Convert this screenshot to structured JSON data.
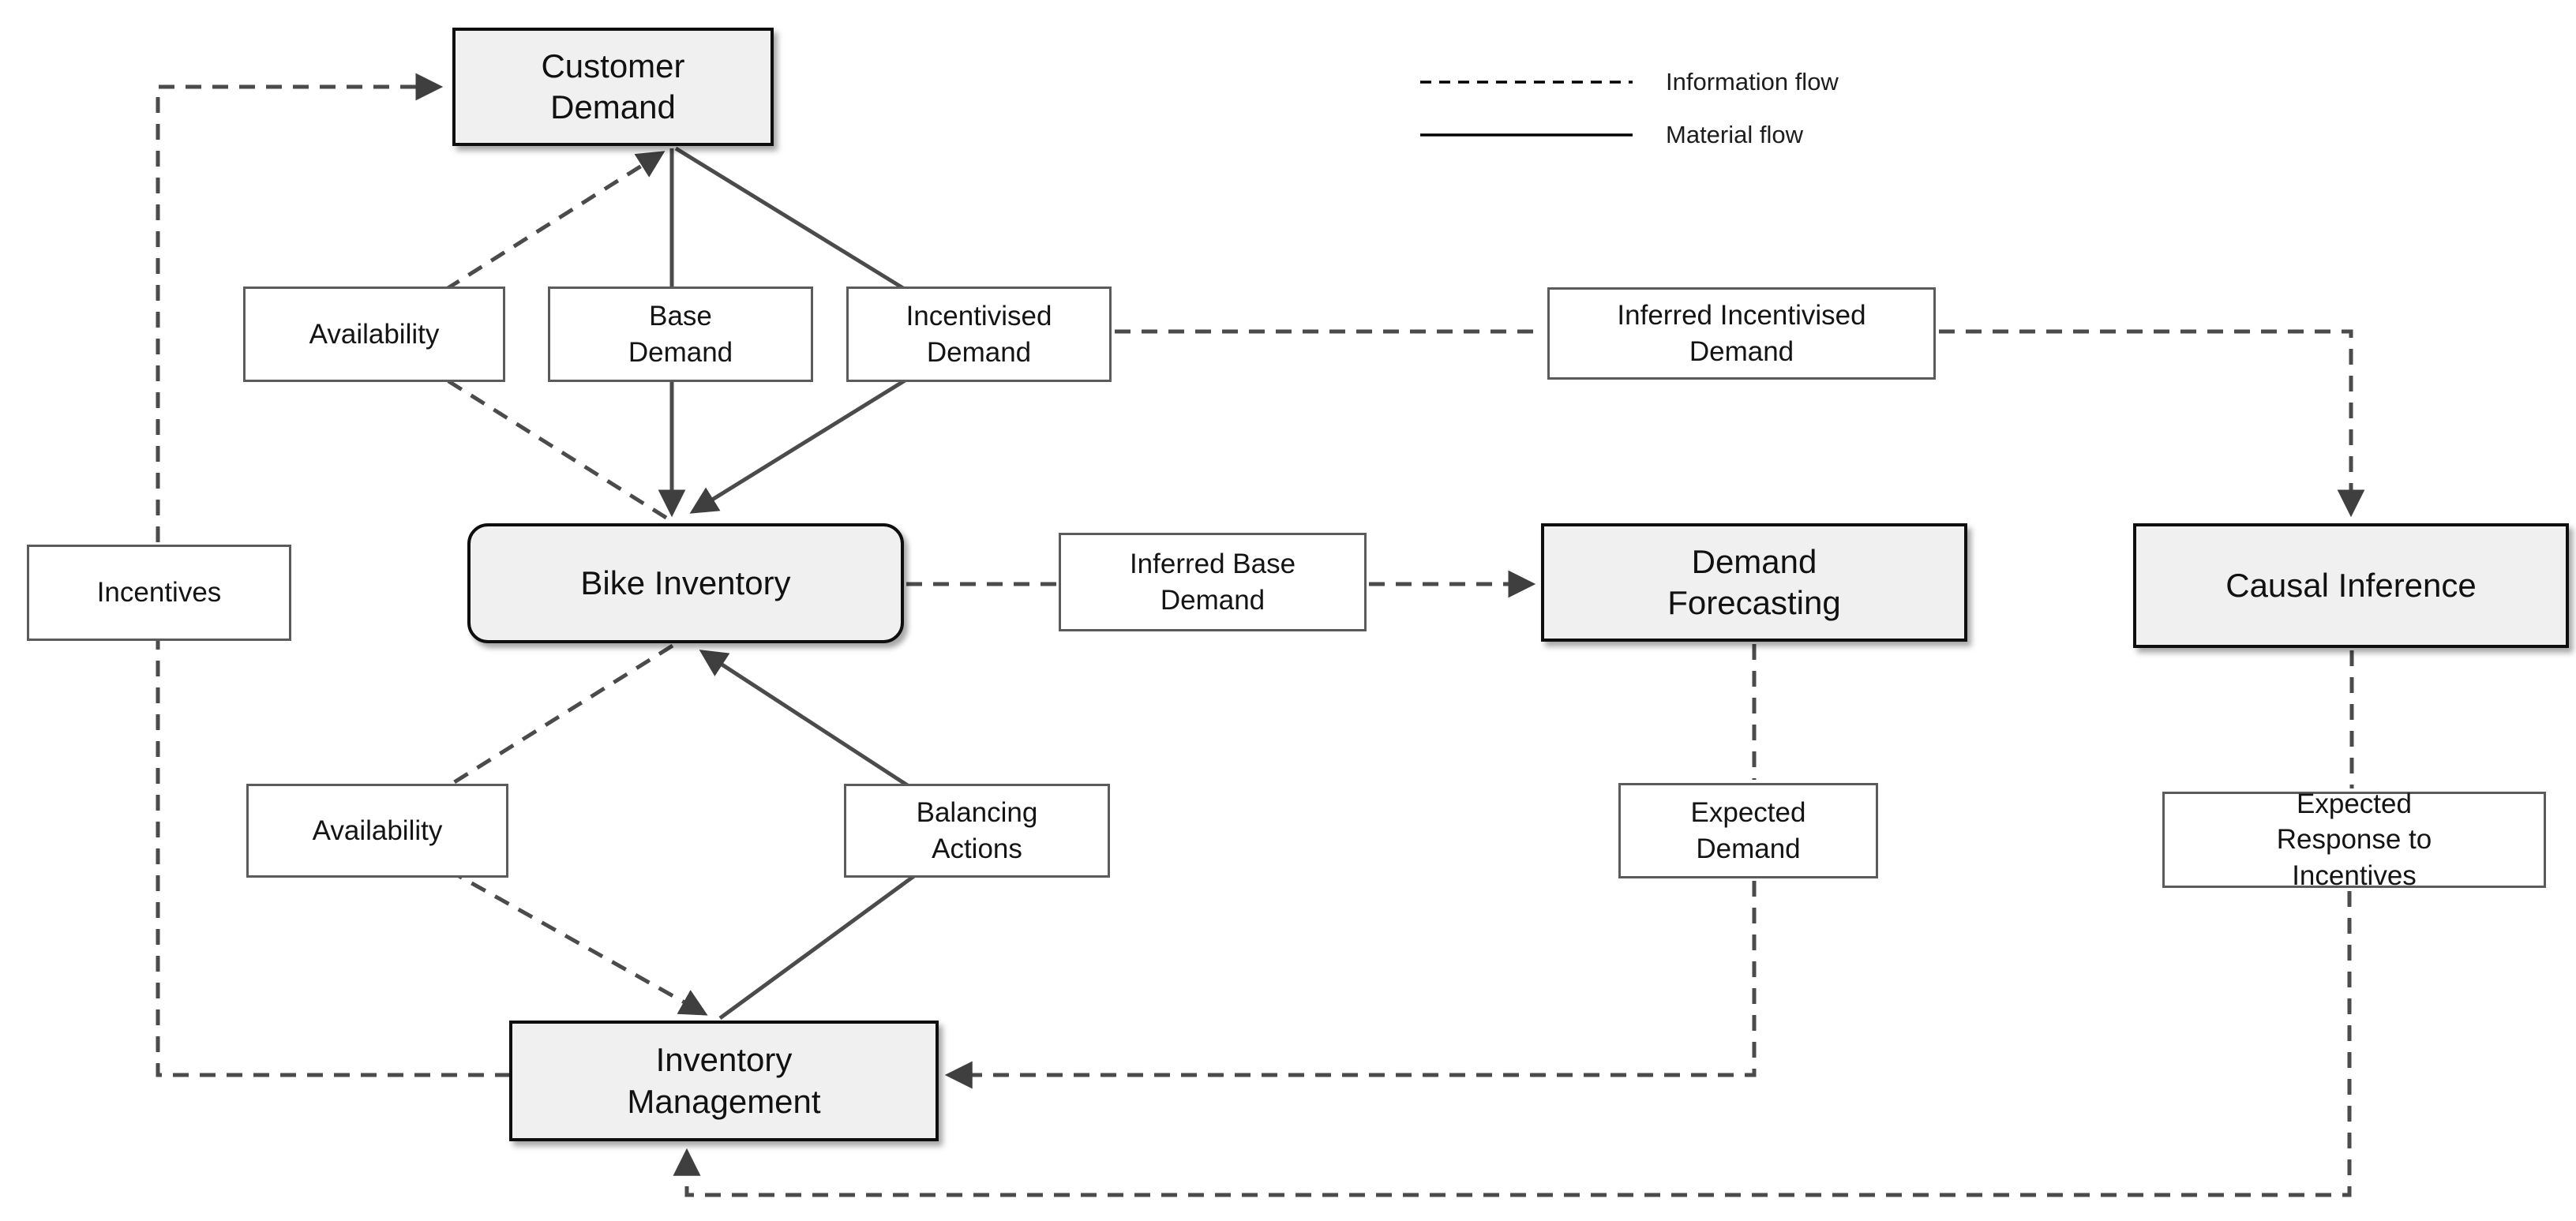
{
  "diagram_title": "",
  "nodes": {
    "customer_demand": {
      "label": "Customer Demand"
    },
    "bike_inventory": {
      "label": "Bike Inventory"
    },
    "demand_forecasting": {
      "label": "Demand Forecasting"
    },
    "causal_inference": {
      "label": "Causal Inference"
    },
    "inventory_management": {
      "label": "Inventory Management"
    }
  },
  "labels": {
    "availability_upper": {
      "label": "Availability"
    },
    "base_demand": {
      "label": "Base Demand"
    },
    "incentivised_demand": {
      "label": "Incentivised Demand"
    },
    "inferred_incentivised_demand": {
      "label": "Inferred Incentivised Demand"
    },
    "incentives": {
      "label": "Incentives"
    },
    "inferred_base_demand": {
      "label": "Inferred Base Demand"
    },
    "availability_lower": {
      "label": "Availability"
    },
    "balancing_actions": {
      "label": "Balancing Actions"
    },
    "expected_demand": {
      "label": "Expected Demand"
    },
    "expected_response": {
      "label": "Expected Response to Incentives"
    }
  },
  "legend": {
    "information_flow": "Information flow",
    "material_flow": "Material flow"
  },
  "edges": [
    {
      "from": "Inventory Management",
      "to": "Customer Demand",
      "via": "Incentives",
      "type": "information"
    },
    {
      "from": "Bike Inventory",
      "to": "Customer Demand",
      "via": "Availability",
      "type": "information"
    },
    {
      "from": "Customer Demand",
      "to": "Bike Inventory",
      "via": "Base Demand",
      "type": "material"
    },
    {
      "from": "Customer Demand",
      "to": "Bike Inventory",
      "via": "Incentivised Demand",
      "type": "material"
    },
    {
      "from": "Incentivised Demand",
      "to": "Causal Inference",
      "via": "Inferred Incentivised Demand",
      "type": "information"
    },
    {
      "from": "Bike Inventory",
      "to": "Demand Forecasting",
      "via": "Inferred Base Demand",
      "type": "information"
    },
    {
      "from": "Bike Inventory",
      "to": "Inventory Management",
      "via": "Availability",
      "type": "information"
    },
    {
      "from": "Inventory Management",
      "to": "Bike Inventory",
      "via": "Balancing Actions",
      "type": "material"
    },
    {
      "from": "Demand Forecasting",
      "to": "Inventory Management",
      "via": "Expected Demand",
      "type": "information"
    },
    {
      "from": "Causal Inference",
      "to": "Inventory Management",
      "via": "Expected Response to Incentives",
      "type": "information"
    }
  ],
  "colors": {
    "background": "#ffffff",
    "node_fill": "#f0f0f0",
    "node_border": "#0e0e0e",
    "label_border": "#5b5b5b",
    "flow_line": "#4b4b4b",
    "arrowhead": "#3f3f3f",
    "legend_line": "#000000"
  }
}
